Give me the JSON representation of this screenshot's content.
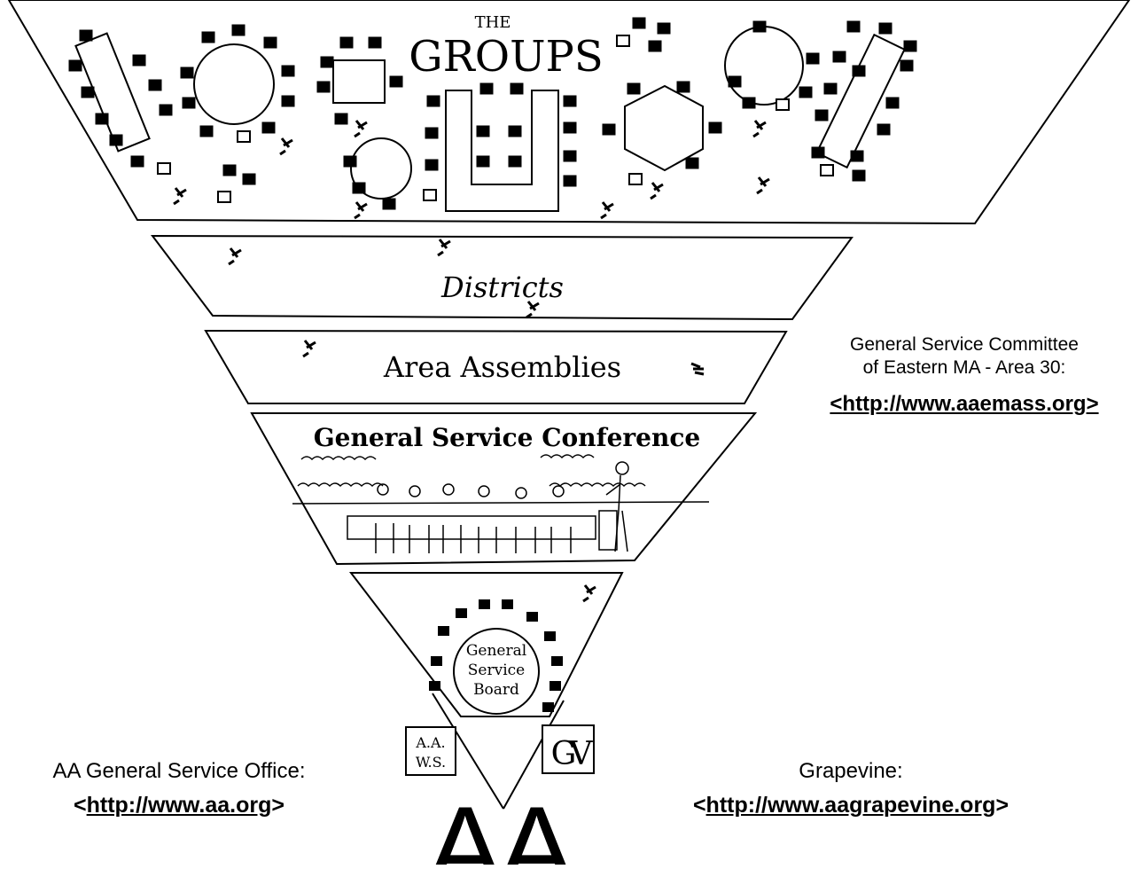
{
  "diagram": {
    "top_small": "THE",
    "top_big": "GROUPS",
    "districts": "Districts",
    "assemblies": "Area Assemblies",
    "conference": "General Service Conference",
    "board_line1": "General",
    "board_line2": "Service",
    "board_line3": "Board",
    "aaws_line1": "A.A.",
    "aaws_line2": "W.S.",
    "gv_logo": "GV",
    "aa_logo": "AA"
  },
  "links": {
    "area30_label_line1": "General Service Committee",
    "area30_label_line2": "of Eastern MA - Area 30:",
    "area30_open": "<",
    "area30_url": "http://www.aaemass.org",
    "area30_close": ">",
    "gso_label": "AA General Service Office:",
    "gso_open": "<",
    "gso_url": "http://www.aa.org",
    "gso_close": ">",
    "grapevine_label": "Grapevine:",
    "grapevine_open": "<",
    "grapevine_url": "http://www.aagrapevine.org",
    "grapevine_close": ">"
  }
}
